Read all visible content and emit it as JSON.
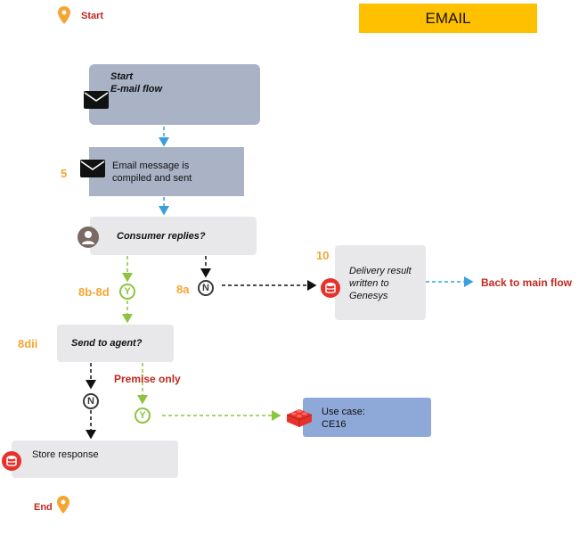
{
  "header": {
    "title": "EMAIL",
    "title_bg": "#ffc000"
  },
  "start_label": "Start",
  "end_label": "End",
  "steps": {
    "start_flow": {
      "line1": "Start",
      "line2": "E-mail flow"
    },
    "compile": {
      "number": "5",
      "line1": "Email message is",
      "line2": "compiled and sent"
    },
    "consumer": {
      "text": "Consumer replies?"
    },
    "delivery": {
      "number": "10",
      "line1": "Delivery result",
      "line2": "written to",
      "line3": "Genesys"
    },
    "send_agent": {
      "number": "8dii",
      "text": "Send to agent?"
    },
    "store": {
      "text": "Store response"
    },
    "usecase": {
      "line1": "Use case:",
      "line2": "CE16"
    }
  },
  "labels": {
    "branch_8b8d": "8b-8d",
    "branch_8a": "8a",
    "back_to_main": "Back to main flow",
    "premise_only": "Premise only"
  },
  "decisions": {
    "yes": "Y",
    "no": "N"
  },
  "colors": {
    "orange": "#f5a531",
    "red": "#c0281e",
    "green": "#8bc53f",
    "arrow_blue": "#3aa0dd"
  },
  "icons": [
    "pin-icon",
    "envelope-icon",
    "person-icon",
    "database-icon",
    "lego-brick-icon"
  ]
}
